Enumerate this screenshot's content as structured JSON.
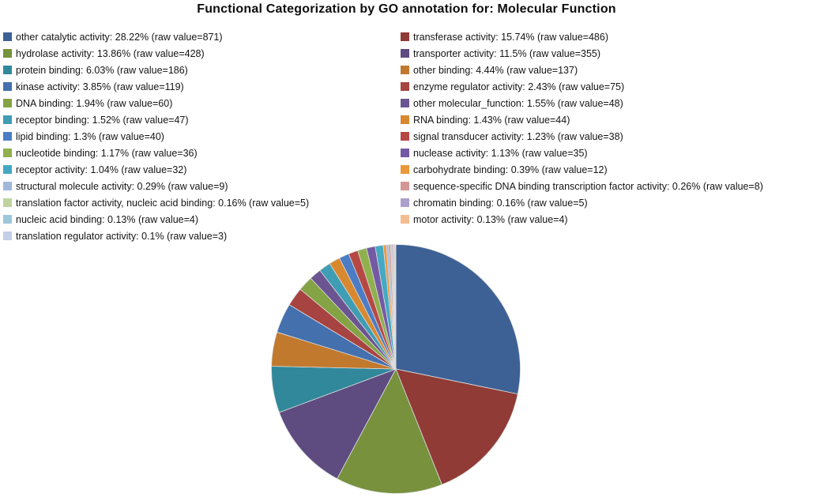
{
  "title": "Functional Categorization by GO annotation for: Molecular Function",
  "chart_data": {
    "type": "pie",
    "title": "Functional Categorization by GO annotation for: Molecular Function",
    "start_angle_deg": -90,
    "direction": "clockwise",
    "legend_position": "top, two interleaved columns (rank order alternates left/right)",
    "legend_format": "{label}: {percent}% (raw value={raw_value})",
    "items": [
      {
        "label": "other catalytic activity",
        "percent": 28.22,
        "raw_value": 871,
        "color": "#3D6095",
        "legend_text": "other catalytic activity: 28.22% (raw value=871)"
      },
      {
        "label": "transferase activity",
        "percent": 15.74,
        "raw_value": 486,
        "color": "#903B36",
        "legend_text": "transferase activity: 15.74% (raw value=486)"
      },
      {
        "label": "hydrolase activity",
        "percent": 13.86,
        "raw_value": 428,
        "color": "#77913D",
        "legend_text": "hydrolase activity: 13.86% (raw value=428)"
      },
      {
        "label": "transporter activity",
        "percent": 11.5,
        "raw_value": 355,
        "color": "#5E4C80",
        "legend_text": "transporter activity: 11.5% (raw value=355)"
      },
      {
        "label": "protein binding",
        "percent": 6.03,
        "raw_value": 186,
        "color": "#31889B",
        "legend_text": "protein binding: 6.03% (raw value=186)"
      },
      {
        "label": "other binding",
        "percent": 4.44,
        "raw_value": 137,
        "color": "#C1792E",
        "legend_text": "other binding: 4.44% (raw value=137)"
      },
      {
        "label": "kinase activity",
        "percent": 3.85,
        "raw_value": 119,
        "color": "#4470AD",
        "legend_text": "kinase activity: 3.85% (raw value=119)"
      },
      {
        "label": "enzyme regulator activity",
        "percent": 2.43,
        "raw_value": 75,
        "color": "#A74340",
        "legend_text": "enzyme regulator activity: 2.43% (raw value=75)"
      },
      {
        "label": "DNA binding",
        "percent": 1.94,
        "raw_value": 60,
        "color": "#84A344",
        "legend_text": "DNA binding: 1.94% (raw value=60)"
      },
      {
        "label": "other molecular_function",
        "percent": 1.55,
        "raw_value": 48,
        "color": "#6B5590",
        "legend_text": "other molecular_function: 1.55% (raw value=48)"
      },
      {
        "label": "receptor binding",
        "percent": 1.52,
        "raw_value": 47,
        "color": "#3F9DB4",
        "legend_text": "receptor binding: 1.52% (raw value=47)"
      },
      {
        "label": "RNA binding",
        "percent": 1.43,
        "raw_value": 44,
        "color": "#D8882F",
        "legend_text": "RNA binding: 1.43% (raw value=44)"
      },
      {
        "label": "lipid binding",
        "percent": 1.3,
        "raw_value": 40,
        "color": "#4C7DC4",
        "legend_text": "lipid binding: 1.3% (raw value=40)"
      },
      {
        "label": "signal transducer activity",
        "percent": 1.23,
        "raw_value": 38,
        "color": "#B64843",
        "legend_text": "signal transducer activity: 1.23% (raw value=38)"
      },
      {
        "label": "nucleotide binding",
        "percent": 1.17,
        "raw_value": 36,
        "color": "#8FB04D",
        "legend_text": "nucleotide binding: 1.17% (raw value=36)"
      },
      {
        "label": "nuclease activity",
        "percent": 1.13,
        "raw_value": 35,
        "color": "#7459A4",
        "legend_text": "nuclease activity: 1.13% (raw value=35)"
      },
      {
        "label": "receptor activity",
        "percent": 1.04,
        "raw_value": 32,
        "color": "#44A9C3",
        "legend_text": "receptor activity: 1.04% (raw value=32)"
      },
      {
        "label": "carbohydrate binding",
        "percent": 0.39,
        "raw_value": 12,
        "color": "#EC9739",
        "legend_text": "carbohydrate binding: 0.39% (raw value=12)"
      },
      {
        "label": "structural molecule activity",
        "percent": 0.29,
        "raw_value": 9,
        "color": "#A2B8DB",
        "legend_text": "structural molecule activity: 0.29% (raw value=9)"
      },
      {
        "label": "sequence-specific DNA binding transcription factor activity",
        "percent": 0.26,
        "raw_value": 8,
        "color": "#D39795",
        "legend_text": "sequence-specific DNA binding transcription factor activity: 0.26% (raw value=8)"
      },
      {
        "label": "translation factor activity, nucleic acid binding",
        "percent": 0.16,
        "raw_value": 5,
        "color": "#C0D39F",
        "legend_text": "translation factor activity, nucleic acid binding: 0.16% (raw value=5)"
      },
      {
        "label": "chromatin binding",
        "percent": 0.16,
        "raw_value": 5,
        "color": "#ACA0CD",
        "legend_text": "chromatin binding: 0.16% (raw value=5)"
      },
      {
        "label": "nucleic acid binding",
        "percent": 0.13,
        "raw_value": 4,
        "color": "#9CC8D8",
        "legend_text": "nucleic acid binding: 0.13% (raw value=4)"
      },
      {
        "label": "motor activity",
        "percent": 0.13,
        "raw_value": 4,
        "color": "#F4BC8F",
        "legend_text": "motor activity: 0.13% (raw value=4)"
      },
      {
        "label": "translation regulator activity",
        "percent": 0.1,
        "raw_value": 3,
        "color": "#C3CFE6",
        "legend_text": "translation regulator activity: 0.1% (raw value=3)"
      }
    ],
    "slice_border_color": "#DEDEDE"
  }
}
